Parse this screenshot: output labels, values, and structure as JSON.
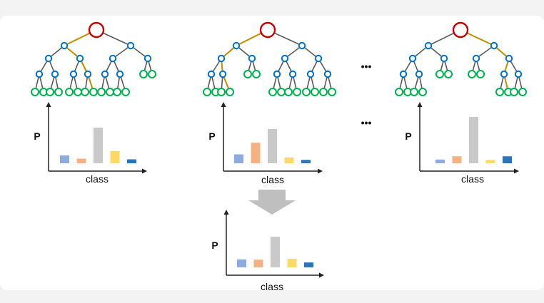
{
  "colors": {
    "panel": "#ffffff",
    "page": "#f3f3f3",
    "root_node": "#c00000",
    "internal_node": "#0070c0",
    "leaf_node": "#00b050",
    "edge": "#595959",
    "decision_path": "#bf9000",
    "axis": "#222222",
    "merge_arrow": "#bfbfbf"
  },
  "ellipsis": "•••",
  "trees": [
    {
      "id": "tree-1"
    },
    {
      "id": "tree-2"
    },
    {
      "id": "tree-3"
    }
  ],
  "charts": {
    "y_label": "P",
    "x_label": "class",
    "bar_colors": [
      "#8faadc",
      "#f4b183",
      "#c9c9c9",
      "#ffd966",
      "#2e75b6"
    ]
  },
  "chart_data": [
    {
      "type": "bar",
      "id": "tree-1-distribution",
      "xlabel": "class",
      "ylabel": "P",
      "categories": [
        "",
        "",
        "",
        "",
        ""
      ],
      "values": [
        0.22,
        0.13,
        1.0,
        0.34,
        0.11
      ]
    },
    {
      "type": "bar",
      "id": "tree-2-distribution",
      "xlabel": "class",
      "ylabel": "P",
      "categories": [
        "",
        "",
        "",
        "",
        ""
      ],
      "values": [
        0.26,
        0.6,
        1.0,
        0.17,
        0.1
      ]
    },
    {
      "type": "bar",
      "id": "tree-3-distribution",
      "xlabel": "class",
      "ylabel": "P",
      "categories": [
        "",
        "",
        "",
        "",
        ""
      ],
      "values": [
        0.08,
        0.15,
        1.0,
        0.07,
        0.15
      ]
    },
    {
      "type": "bar",
      "id": "ensemble-distribution",
      "xlabel": "class",
      "ylabel": "P",
      "categories": [
        "",
        "",
        "",
        "",
        ""
      ],
      "values": [
        0.26,
        0.25,
        1.0,
        0.28,
        0.16
      ]
    }
  ]
}
